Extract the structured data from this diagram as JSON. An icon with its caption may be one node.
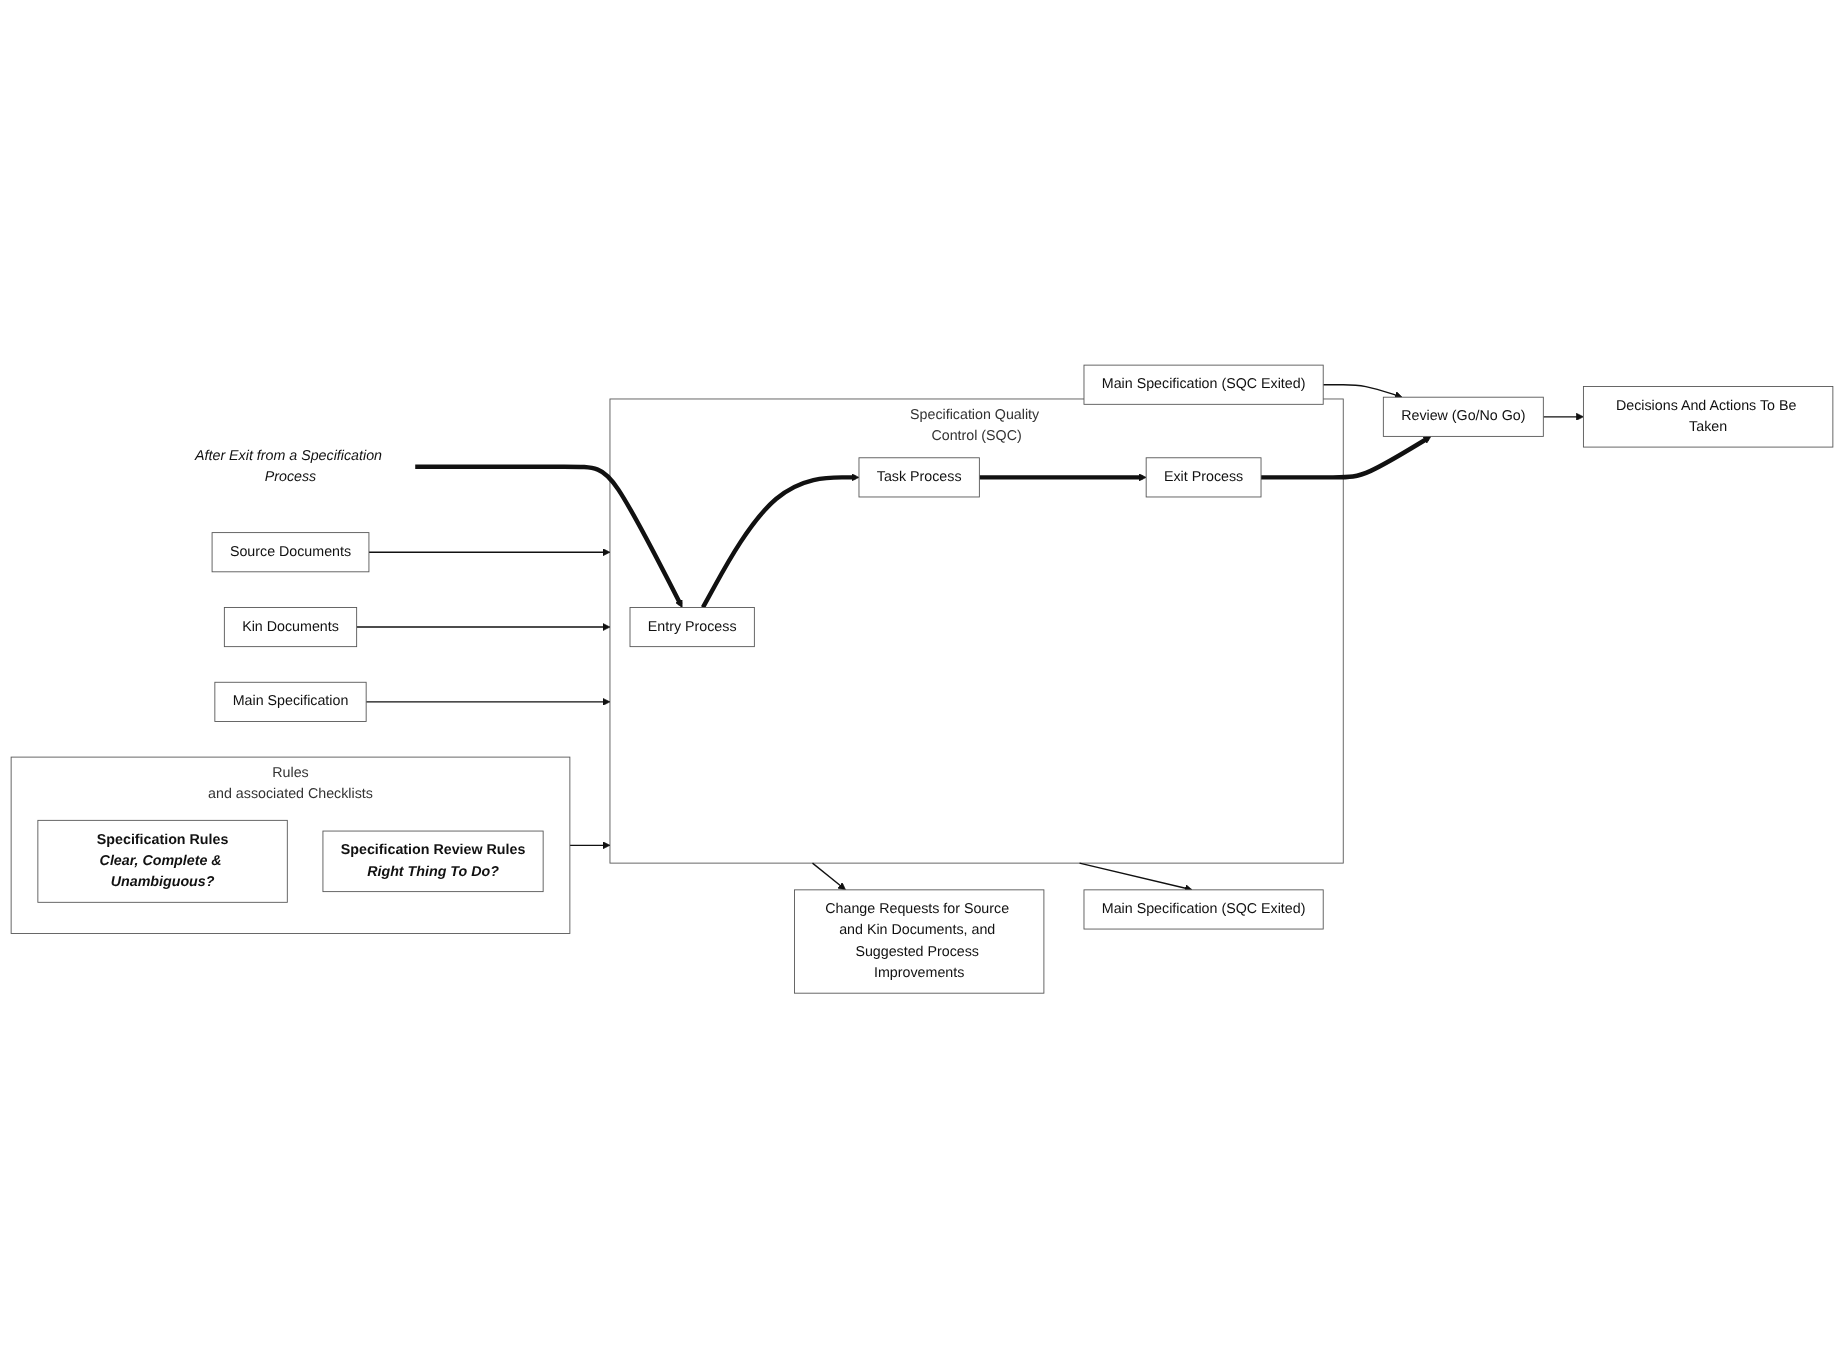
{
  "diagram": {
    "nodes": [
      {
        "text": [
          "Source Documents"
        ]
      },
      {
        "text": [
          "Kin Documents"
        ]
      },
      {
        "text": [
          "Main Specification"
        ]
      },
      {
        "text": [
          "Rules",
          "and associated Checklists"
        ]
      },
      {
        "text": [
          "Specification Rules",
          "Clear, Complete & Unambiguous?"
        ],
        "in": 3
      },
      {
        "text": [
          "Specification Review Rules",
          "Right Thing To Do?"
        ],
        "in": 3
      },
      {
        "text": [
          "Main Specification (SQC Exited)"
        ]
      },
      {
        "text": [
          "Specification Quality Control (SQC)"
        ]
      },
      {
        "text": [
          "Entry Process"
        ],
        "in": 7
      },
      {
        "text": [
          "Task Process"
        ],
        "in": 7
      },
      {
        "text": [
          "Exit Process"
        ],
        "in": 7
      },
      {
        "text": [
          "After Exit from a Specification Process"
        ]
      },
      {
        "text": [
          "Review (Go/No Go)"
        ]
      },
      {
        "text": [
          "Change Requests for Source and Kin Documents, and Suggested Process Improvements"
        ]
      },
      {
        "text": [
          "Main Specification (SQC Exited)"
        ]
      },
      {
        "text": [
          "Decisions And Actions To Be Taken"
        ]
      }
    ],
    "edges": [
      {
        "from": 0,
        "to": 7,
        "arrow": "to"
      },
      {
        "from": 1,
        "to": 7,
        "arrow": "to"
      },
      {
        "from": 2,
        "to": 7,
        "arrow": "to"
      },
      {
        "from": 3,
        "to": 7,
        "arrow": "to"
      },
      {
        "from": 6,
        "to": 12,
        "arrow": "to"
      },
      {
        "from": 11,
        "to": 8,
        "arrow": "to",
        "style": "thick"
      },
      {
        "from": 8,
        "to": 9,
        "arrow": "to",
        "style": "thick"
      },
      {
        "from": 9,
        "to": 10,
        "arrow": "to",
        "style": "thick"
      },
      {
        "from": 10,
        "to": 12,
        "arrow": "to",
        "style": "thick"
      },
      {
        "from": 7,
        "to": 13,
        "arrow": "to"
      },
      {
        "from": 7,
        "to": 14,
        "arrow": "to"
      },
      {
        "from": 12,
        "to": 15,
        "arrow": "to"
      }
    ]
  }
}
